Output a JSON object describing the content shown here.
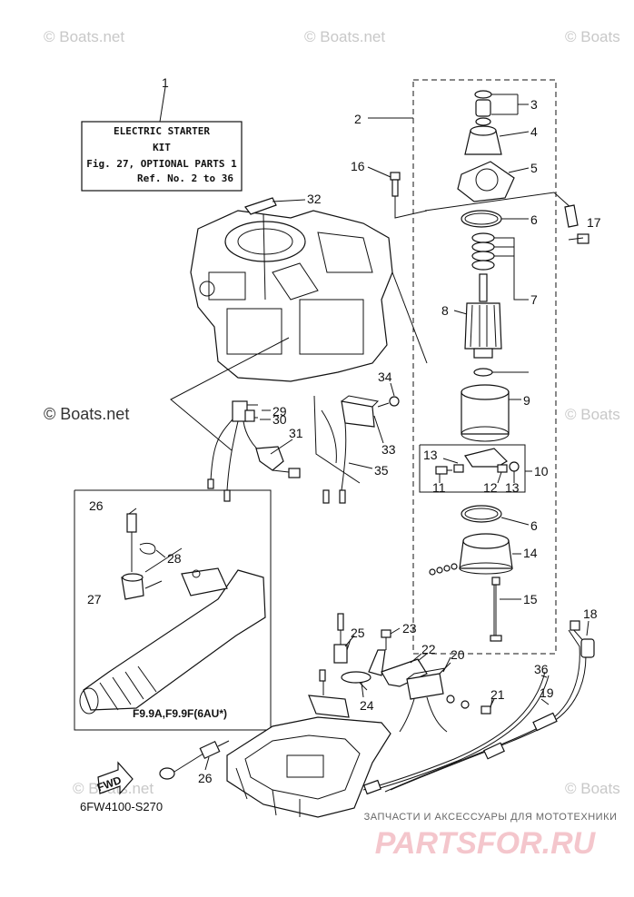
{
  "watermarks": [
    "© Boats.net",
    "© Boats.net",
    "© Boats",
    "© Boats.net",
    "© Boats",
    "© Boats.net",
    "© Boats"
  ],
  "kit_label": {
    "line1": "ELECTRIC STARTER",
    "line2": "KIT",
    "line3": "Fig. 27, OPTIONAL PARTS 1",
    "line4": "Ref. No. 2 to 36"
  },
  "callouts": {
    "c1": "1",
    "c2": "2",
    "c3": "3",
    "c4": "4",
    "c5": "5",
    "c6a": "6",
    "c6b": "6",
    "c7": "7",
    "c8": "8",
    "c9": "9",
    "c10": "10",
    "c11": "11",
    "c12": "12",
    "c13a": "13",
    "c13b": "13",
    "c14": "14",
    "c15": "15",
    "c16": "16",
    "c17": "17",
    "c18": "18",
    "c19": "19",
    "c20": "20",
    "c21": "21",
    "c22": "22",
    "c23": "23",
    "c24": "24",
    "c25": "25",
    "c26a": "26",
    "c26b": "26",
    "c27": "27",
    "c28": "28",
    "c29": "29",
    "c30": "30",
    "c31": "31",
    "c32": "32",
    "c33": "33",
    "c34": "34",
    "c35": "35",
    "c36": "36"
  },
  "model_note": "F9.9A,F9.9F(6AU*)",
  "fwd_label": "FWD",
  "diagram_code": "6FW4100-S270",
  "brand_tagline": "ЗАПЧАСТИ И АКСЕССУАРЫ ДЛЯ МОТОТЕХНИКИ",
  "brand_name": "PARTSFOR.RU"
}
